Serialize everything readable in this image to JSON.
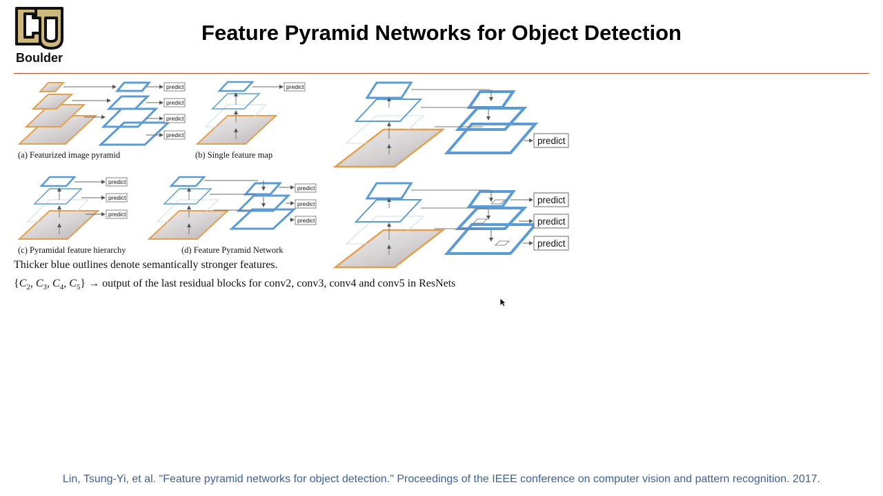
{
  "slide": {
    "title": "Feature Pyramid Networks for Object Detection",
    "logo_label": "Boulder",
    "citation": "Lin, Tsung-Yi, et al. \"Feature pyramid networks for object detection.\" Proceedings of the IEEE conference on computer vision and pattern recognition. 2017."
  },
  "figure": {
    "captions": {
      "a": "(a) Featurized image pyramid",
      "b": "(b) Single feature map",
      "c": "(c) Pyramidal feature hierarchy",
      "d": "(d) Feature Pyramid Network"
    },
    "predict_label": "predict"
  },
  "text": {
    "note": "Thicker blue outlines denote semantically stronger features.",
    "formula": {
      "open": "{",
      "terms": [
        "C",
        "C",
        "C",
        "C"
      ],
      "subs": [
        "2",
        "3",
        "4",
        "5"
      ],
      "comma": ",",
      "close": "}",
      "arrow": "→",
      "description": "output of the last residual blocks for conv2, conv3, conv4 and conv5 in ResNets"
    }
  },
  "colors": {
    "accent_rule": "#d3462f",
    "feature_blue": "#5b9bd5",
    "image_orange": "#e0a050",
    "citation_blue": "#3a5f9c",
    "logo_gold": "#cfb87c"
  },
  "icons": {
    "logo": "cu-logo-icon",
    "cursor": "mouse-pointer-icon"
  }
}
